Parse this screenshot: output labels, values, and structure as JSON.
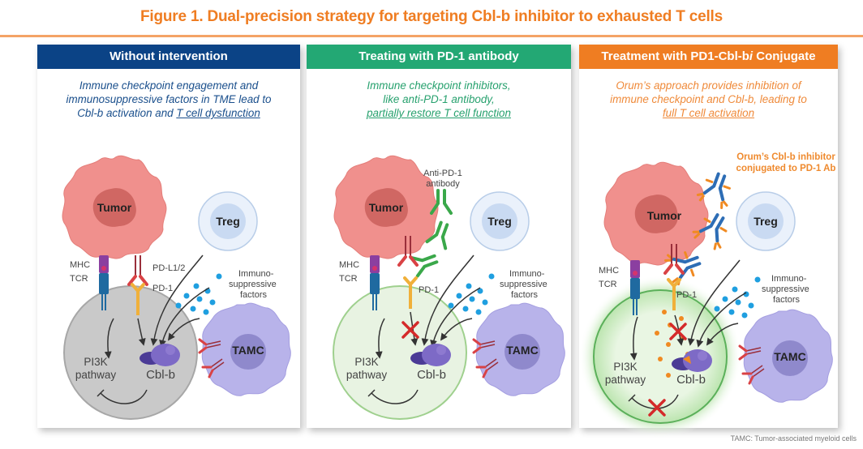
{
  "figure": {
    "title": "Figure 1. Dual-precision strategy for targeting Cbl-b inhibitor to exhausted T cells",
    "footnote": "TAMC: Tumor-associated myeloid cells",
    "accent_color": "#ef7d22"
  },
  "panels": [
    {
      "header": "Without intervention",
      "header_color": "#0b4386",
      "desc_lines": [
        "Immune checkpoint engagement and",
        "immunosuppressive factors in TME lead to",
        "Cbl-b activation and "
      ],
      "desc_emphasis": "T cell dysfunction",
      "labels": {
        "tumor": "Tumor",
        "treg": "Treg",
        "tamc": "TAMC",
        "mhc": "MHC",
        "tcr": "TCR",
        "pdl1": "PD-L1/2",
        "pd1": "PD-1",
        "immuno1": "Immuno-",
        "immuno2": "suppressive",
        "immuno3": "factors",
        "pi3k1": "PI3K",
        "pi3k2": "pathway",
        "cblb": "Cbl-b"
      },
      "t_cell_state": "exhausted"
    },
    {
      "header": "Treating with PD-1 antibody",
      "header_color": "#23a874",
      "desc_lines": [
        "Immune checkpoint inhibitors,",
        "like anti-PD-1 antibody,"
      ],
      "desc_emphasis": "partially restore T cell function",
      "labels": {
        "tumor": "Tumor",
        "treg": "Treg",
        "tamc": "TAMC",
        "mhc": "MHC",
        "tcr": "TCR",
        "antibody1": "Anti-PD-1",
        "antibody2": "antibody",
        "pd1": "PD-1",
        "immuno1": "Immuno-",
        "immuno2": "suppressive",
        "immuno3": "factors",
        "pi3k1": "PI3K",
        "pi3k2": "pathway",
        "cblb": "Cbl-b"
      },
      "t_cell_state": "partially restored"
    },
    {
      "header_pre": "Treatment with PD1-Cbl-b",
      "header_italic": "i",
      "header_post": " Conjugate",
      "header_color": "#ef7d22",
      "desc_lines": [
        "Orum’s approach provides inhibition of",
        "immune checkpoint and Cbl-b, leading to"
      ],
      "desc_emphasis": "full T cell activation",
      "labels": {
        "conj1": "Orum’s Cbl-b inhibitor",
        "conj2": "conjugated to PD-1 Ab",
        "tumor": "Tumor",
        "treg": "Treg",
        "tamc": "TAMC",
        "mhc": "MHC",
        "tcr": "TCR",
        "pd1": "PD-1",
        "immuno1": "Immuno-",
        "immuno2": "suppressive",
        "immuno3": "factors",
        "pi3k1": "PI3K",
        "pi3k2": "pathway",
        "cblb": "Cbl-b"
      },
      "t_cell_state": "fully activated"
    }
  ]
}
